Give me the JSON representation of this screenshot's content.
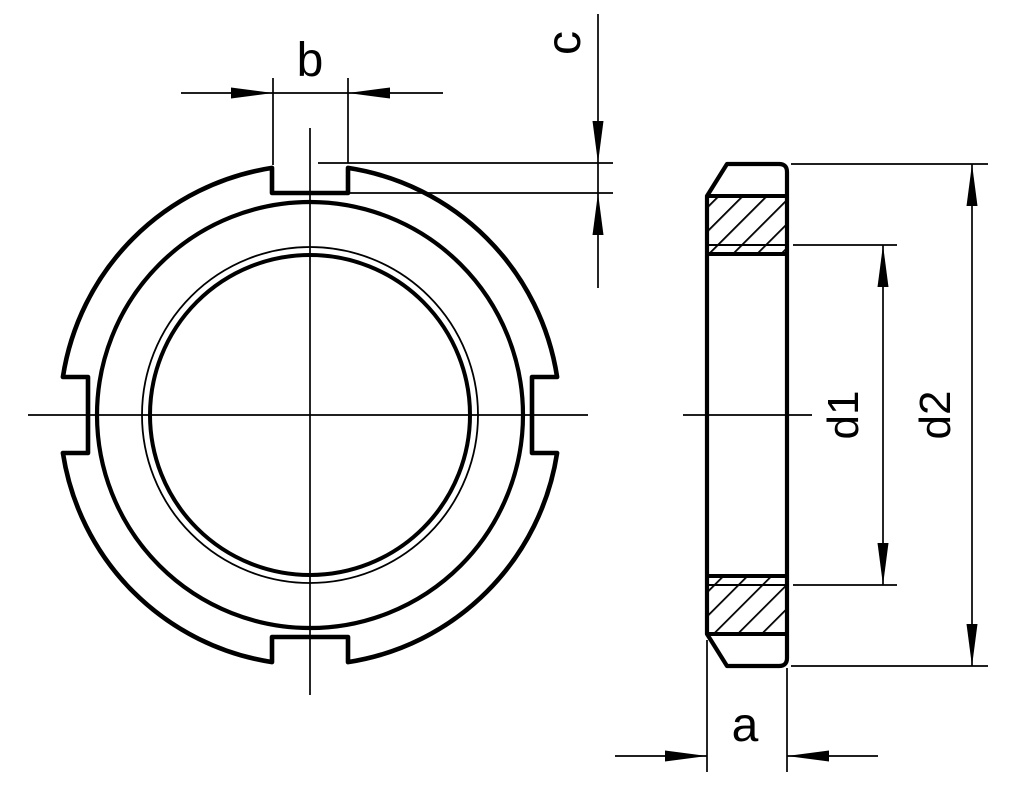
{
  "drawing": {
    "background": "#ffffff",
    "line_color": "#000000",
    "labels": {
      "slot_width": "b",
      "slot_depth": "c",
      "thread_diameter": "d1",
      "outer_diameter": "d2",
      "thickness": "a"
    }
  }
}
